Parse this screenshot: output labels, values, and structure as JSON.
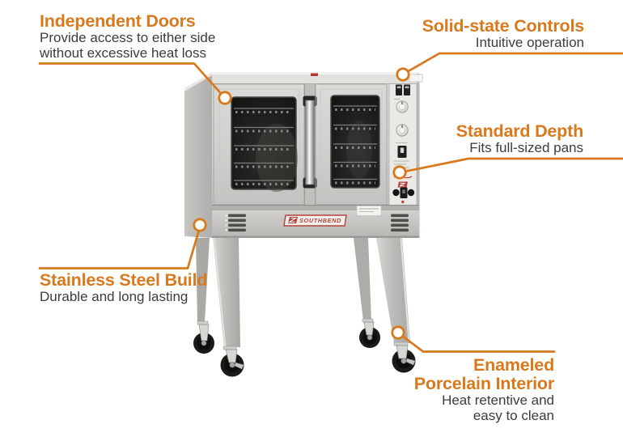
{
  "accent_color": "#D8791D",
  "brand": {
    "logo_text": "SOUTHBEND"
  },
  "annotations": {
    "independent_doors": {
      "title": "Independent Doors",
      "description": [
        "Provide access to either side",
        "without excessive heat loss"
      ]
    },
    "solid_state_controls": {
      "title": "Solid-state Controls",
      "description": [
        "Intuitive operation"
      ]
    },
    "standard_depth": {
      "title": "Standard Depth",
      "description": [
        "Fits full-sized pans"
      ]
    },
    "stainless_steel_build": {
      "title": "Stainless Steel Build",
      "description": [
        "Durable and long lasting"
      ]
    },
    "enameled_porcelain_interior": {
      "title_lines": [
        "Enameled",
        "Porcelain Interior"
      ],
      "description": [
        "Heat retentive and",
        "easy to clean"
      ]
    }
  }
}
